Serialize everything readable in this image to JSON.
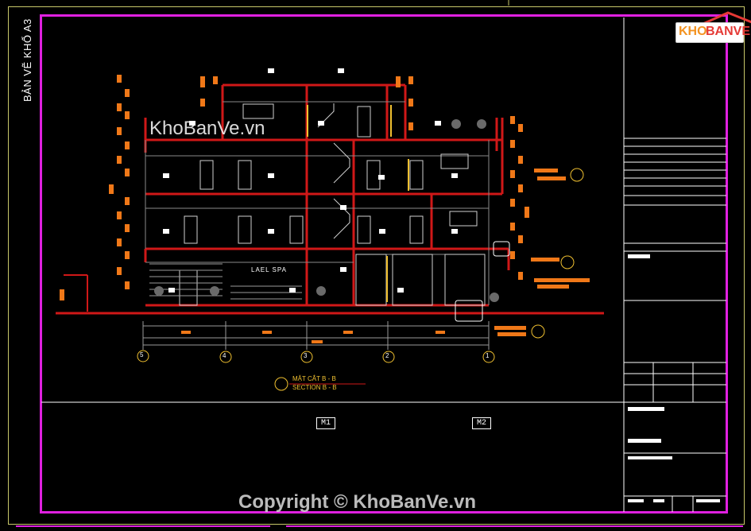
{
  "sheet": {
    "side_label": "BẢN VẼ KHỔ A3",
    "logo_part1": "KHO",
    "logo_part2": "BANVE",
    "watermark_top": "KhoBanVe.vn",
    "watermark_bottom": "Copyright © KhoBanVe.vn"
  },
  "drawing": {
    "shop_sign": "LAEL SPA",
    "section_title_vn": "MẶT CẮT B - B",
    "section_title_en": "SECTION B - B",
    "grid_axes": [
      "5",
      "4",
      "3",
      "2",
      "1"
    ],
    "mark_tags": [
      "M1",
      "M2"
    ]
  },
  "colors": {
    "frame": "#e020e0",
    "wall": "#d01818",
    "dim": "#f07818",
    "text": "#ffffff",
    "highlight": "#f0c030"
  }
}
